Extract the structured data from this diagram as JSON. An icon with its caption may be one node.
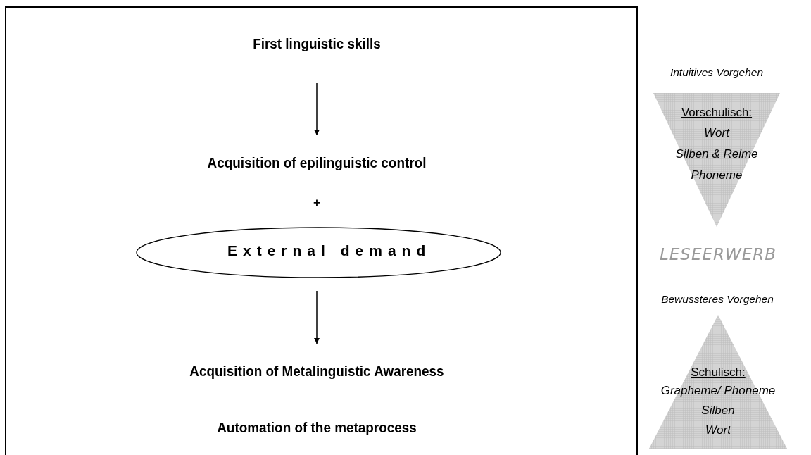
{
  "diagram": {
    "nodes": [
      {
        "text": [
          "First linguistic skills"
        ]
      },
      {
        "text": [
          "Acquisition of epilinguistic control"
        ]
      },
      {
        "text": [
          "External demand"
        ]
      },
      {
        "text": [
          "Acquisition of Metalinguistic Awareness"
        ]
      },
      {
        "text": [
          "Automation of the metaprocess"
        ]
      },
      {
        "text": [
          "Vorschulisch:",
          "Wort",
          "Silben & Reime",
          "Phoneme"
        ],
        "beside": [
          "Intuitives Vorgehen"
        ]
      },
      {
        "text": [
          "Schulisch:",
          "Grapheme/ Phoneme",
          "Silben",
          "Wort"
        ],
        "beside": [
          "Bewussteres Vorgehen"
        ]
      }
    ],
    "edges": [
      {
        "from": 0,
        "to": 1,
        "arrow": "to"
      },
      {
        "from": 2,
        "to": 3,
        "arrow": "to"
      }
    ],
    "labels": [
      "+",
      "LESEERWERB"
    ]
  }
}
